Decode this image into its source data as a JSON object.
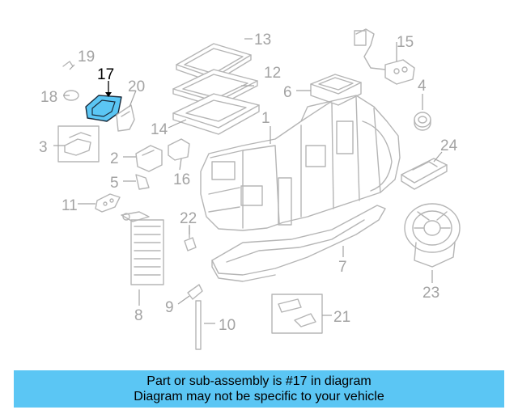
{
  "diagram": {
    "highlight_color": "#5bc6f4",
    "highlighted_part": "17",
    "callouts": [
      "1",
      "2",
      "3",
      "4",
      "5",
      "6",
      "7",
      "8",
      "9",
      "10",
      "11",
      "12",
      "13",
      "14",
      "15",
      "16",
      "17",
      "18",
      "19",
      "20",
      "21",
      "22",
      "23",
      "24"
    ]
  },
  "banner": {
    "line1": "Part or sub-assembly is #17 in diagram",
    "line2": "Diagram may not be specific to your vehicle",
    "background": "#5bc6f4"
  }
}
